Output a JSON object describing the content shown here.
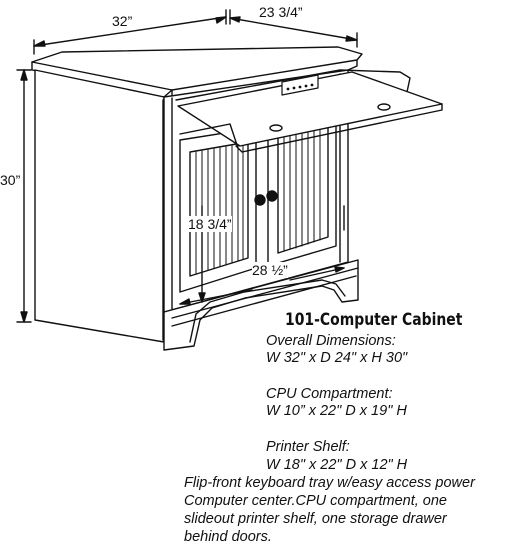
{
  "dimension_labels": {
    "width": "32”",
    "depth": "23 3/4”",
    "height": "30”",
    "door_height": "18 3/4”",
    "door_width": "28 ½”"
  },
  "title": "101-Computer Cabinet",
  "specs": {
    "overall_heading": "Overall Dimensions:",
    "overall_value": "W 32\" x D 24\" x H 30\"",
    "cpu_heading": "CPU Compartment:",
    "cpu_value": "W 10” x 22\" D x 19\" H",
    "printer_heading": "Printer Shelf:",
    "printer_value": "W 18\" x 22\" D x 12\" H"
  },
  "description": {
    "line1": "Flip-front keyboard tray w/easy access power",
    "line2": "Computer center.CPU compartment, one",
    "line3": "slideout printer shelf, one storage drawer",
    "line4": "behind doors."
  }
}
